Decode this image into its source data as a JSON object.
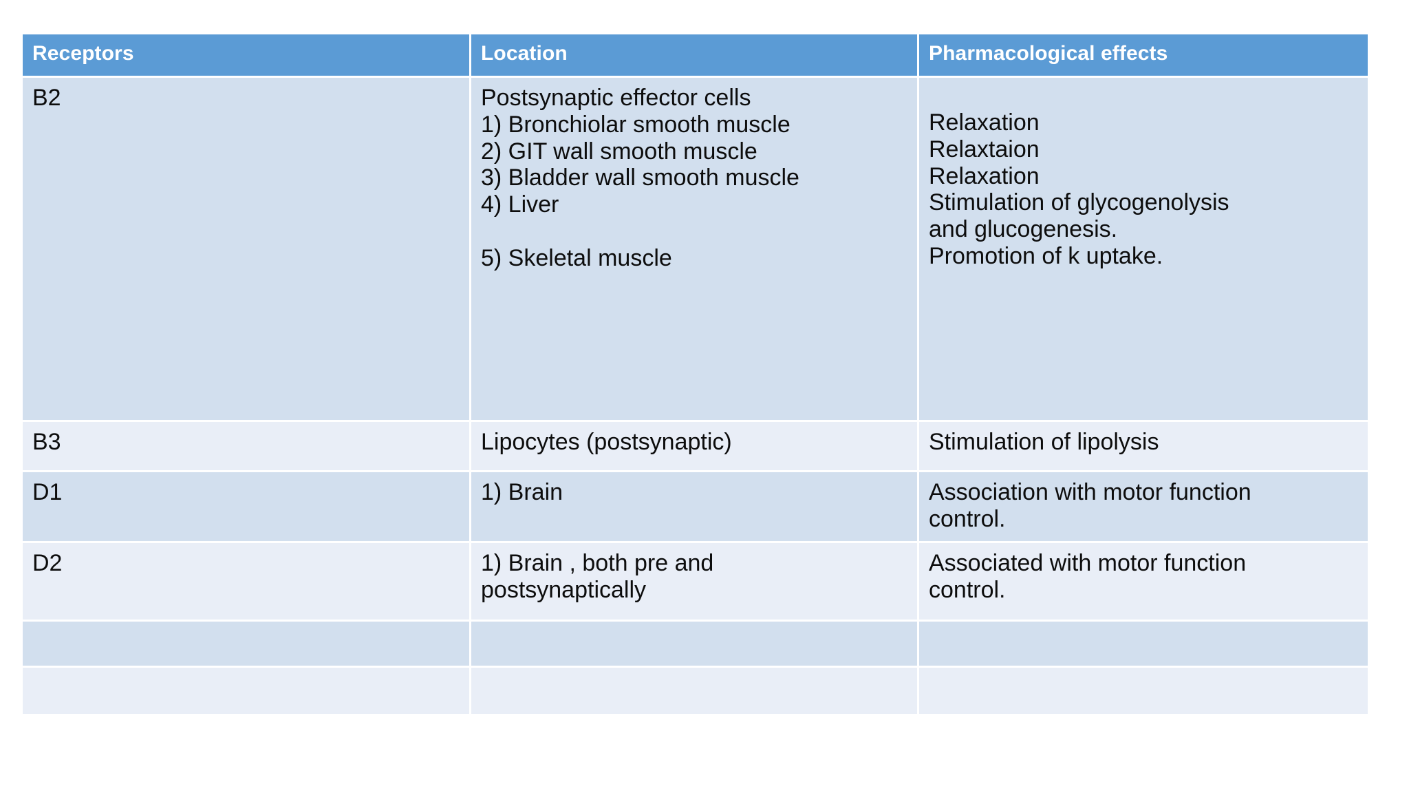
{
  "table": {
    "columns": [
      {
        "key": "receptors",
        "label": "Receptors"
      },
      {
        "key": "location",
        "label": "Location"
      },
      {
        "key": "effects",
        "label": "Pharmacological effects"
      }
    ],
    "header_bg": "#5b9bd5",
    "header_text_color": "#ffffff",
    "band_dark": "#d2dfee",
    "band_light": "#e9eef7",
    "gridline_color": "#ffffff",
    "body_text_color": "#0d0d0d",
    "rows": [
      {
        "receptors": "B2",
        "location": "Postsynaptic effector cells\n1)  Bronchiolar smooth muscle\n2)  GIT wall smooth muscle\n3)  Bladder wall smooth muscle\n4)  Liver\n\n5)  Skeletal muscle",
        "effects": "Relaxation\nRelaxtaion\nRelaxation\nStimulation of glycogenolysis\nand glucogenesis.\nPromotion of k uptake."
      },
      {
        "receptors": "B3",
        "location": "Lipocytes (postsynaptic)",
        "effects": "Stimulation of lipolysis"
      },
      {
        "receptors": "D1",
        "location": "1)  Brain",
        "effects": "Association with motor function\ncontrol."
      },
      {
        "receptors": "D2",
        "location": "1) Brain , both pre and\npostsynaptically",
        "effects": "Associated with motor function\ncontrol."
      },
      {
        "receptors": "",
        "location": "",
        "effects": ""
      },
      {
        "receptors": "",
        "location": "",
        "effects": ""
      }
    ]
  }
}
